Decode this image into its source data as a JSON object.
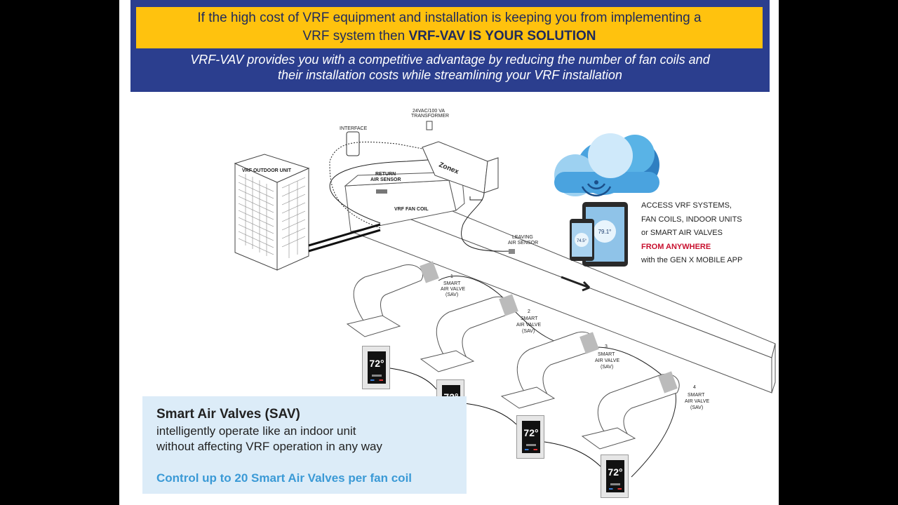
{
  "banner": {
    "headline_part1": "If the high cost of VRF equipment and installation is keeping you from implementing a",
    "headline_part2": "VRF system then ",
    "headline_emphasis": "VRF-VAV IS YOUR SOLUTION",
    "subtitle_line1": "VRF-VAV provides you with a competitive advantage by reducing the number of fan coils and",
    "subtitle_line2": "their installation costs while streamlining your VRF installation",
    "colors": {
      "yellow": "#ffc20e",
      "navy": "#2b3e8e"
    }
  },
  "diagram": {
    "outdoor_unit": "VRF OUTDOOR UNIT",
    "interface": "INTERFACE",
    "transformer_line1": "24VAC/100 VA",
    "transformer_line2": "TRANSFORMER",
    "zonex_logo": "Zonex",
    "return_sensor_line1": "RETURN",
    "return_sensor_line2": "AIR SENSOR",
    "fan_coil": "VRF FAN COIL",
    "leaving_sensor_line1": "LEAVING",
    "leaving_sensor_line2": "AIR SENSOR",
    "valves": [
      {
        "number": "1",
        "line1": "SMART",
        "line2": "AIR VALVE",
        "line3": "(SAV)"
      },
      {
        "number": "2",
        "line1": "SMART",
        "line2": "AIR VALVE",
        "line3": "(SAV)"
      },
      {
        "number": "3",
        "line1": "SMART",
        "line2": "AIR VALVE",
        "line3": "(SAV)"
      },
      {
        "number": "4",
        "line1": "SMART",
        "line2": "AIR VALVE",
        "line3": "(SAV)"
      }
    ],
    "thermostat_temp": "72°",
    "tablet_temp_large": "79.1°",
    "phone_temp": "74.5°"
  },
  "app_promo": {
    "line1": "ACCESS VRF SYSTEMS,",
    "line2": "FAN COILS, INDOOR UNITS",
    "line3": "or SMART AIR VALVES",
    "highlight": "FROM ANYWHERE",
    "line5": "with the GEN X MOBILE APP"
  },
  "info_box": {
    "title": "Smart Air Valves (SAV)",
    "line1": "intelligently operate like an indoor unit",
    "line2": "without affecting VRF operation in any way",
    "cta": "Control up to 20 Smart Air Valves per fan coil"
  }
}
